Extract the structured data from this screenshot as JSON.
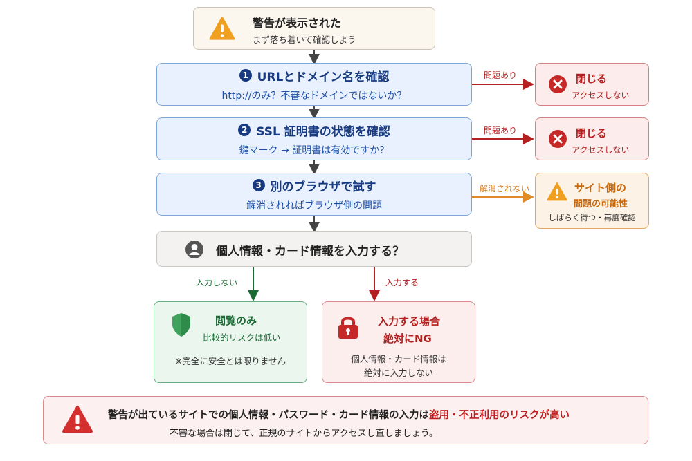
{
  "top": {
    "title": "警告が表示された",
    "subtitle": "まず落ち着いて確認しよう"
  },
  "steps": [
    {
      "number": "1",
      "title": "URLとドメイン名を確認",
      "sub": "http://のみ？不審なドメインではないか？"
    },
    {
      "number": "2",
      "title": "SSL 証明書の状態を確認",
      "sub": "鍵マーク → 証明書は有効ですか？"
    },
    {
      "number": "3",
      "title": "別のブラウザで試す",
      "sub": "解消されればブラウザ側の問題"
    }
  ],
  "branches": [
    {
      "label": "問題あり",
      "title": "閉じる",
      "sub": "アクセスしない"
    },
    {
      "label": "問題あり",
      "title": "閉じる",
      "sub": "アクセスしない"
    },
    {
      "label": "解消されない",
      "title_line1": "サイト側の",
      "title_line2": "問題の可能性",
      "sub": "しばらく待つ・再度確認"
    }
  ],
  "question": {
    "text": "個人情報・カード情報を入力する？"
  },
  "no_input": {
    "label": "入力しない",
    "title": "閲覧のみ",
    "sub": "比較的リスクは低い",
    "note": "※完全に安全とは限りません"
  },
  "input": {
    "label": "入力する",
    "title_line1": "入力する場合",
    "title_line2": "絶対にNG",
    "sub_line1": "個人情報・カード情報は",
    "sub_line2": "絶対に入力しない"
  },
  "footer": {
    "line1_prefix": "警告が出ているサイトでの個人情報・パスワード・カード情報の入力は",
    "line1_highlight": "盗用・不正利用のリスクが高い",
    "line2": "不審な場合は閉じて、正規のサイトからアクセスし直しましょう。"
  },
  "colors": {
    "step_fill": "#e8f1fd",
    "step_border": "#7fa6da",
    "danger": "#b32020",
    "warning": "#d47a1a",
    "safe": "#1b6a35",
    "arrow_dark": "#444444"
  }
}
